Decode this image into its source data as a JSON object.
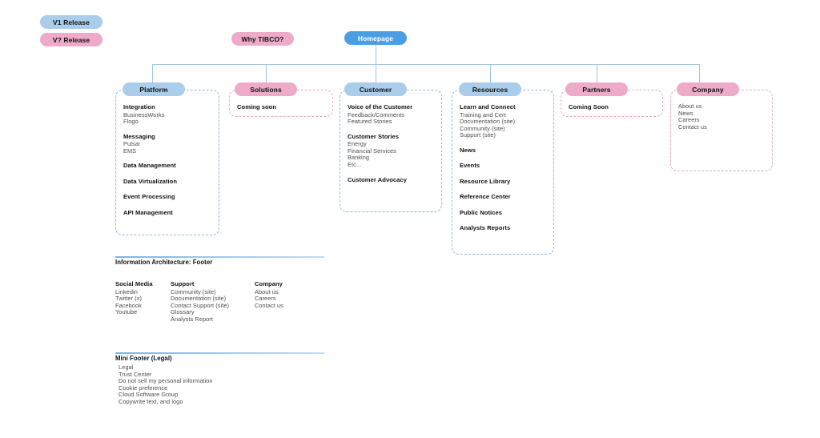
{
  "legend": [
    {
      "label": "V1 Release",
      "color": "#a9cdea",
      "style": "blue"
    },
    {
      "label": "V? Release",
      "color": "#eeabc9",
      "style": "pink"
    }
  ],
  "top_nodes": [
    {
      "label": "Why TIBCO?",
      "style": "pink"
    },
    {
      "label": "Homepage",
      "style": "blue-solid"
    }
  ],
  "columns": [
    {
      "label": "Platform",
      "style": "blue",
      "groups": [
        {
          "title": "Integration",
          "items": [
            "BusinessWorks",
            "Flogo"
          ]
        },
        {
          "title": "Messaging",
          "items": [
            "Pulsar",
            "EMS"
          ]
        },
        {
          "title": "Data Management",
          "items": []
        },
        {
          "title": "Data Virtualization",
          "items": []
        },
        {
          "title": "Event Processing",
          "items": []
        },
        {
          "title": "API Management",
          "items": []
        }
      ]
    },
    {
      "label": "Solutions",
      "style": "pink",
      "groups": [
        {
          "title": "Coming soon",
          "items": []
        }
      ]
    },
    {
      "label": "Customer",
      "style": "blue",
      "groups": [
        {
          "title": "Voice of the Customer",
          "items": [
            "Feedback/Comments",
            "Featured Stories"
          ]
        },
        {
          "title": "Customer Stories",
          "items": [
            "Energy",
            "Financial Services",
            "Banking",
            "Etc..."
          ]
        },
        {
          "title": "Customer Advocacy",
          "items": []
        }
      ]
    },
    {
      "label": "Resources",
      "style": "blue",
      "groups": [
        {
          "title": "Learn and Connect",
          "items": [
            "Training and Cert",
            "Documentation (site)",
            "Community (site)",
            "Support (site)"
          ]
        },
        {
          "title": "News",
          "items": []
        },
        {
          "title": "Events",
          "items": []
        },
        {
          "title": "Resource Library",
          "items": []
        },
        {
          "title": "Reference Center",
          "items": []
        },
        {
          "title": "Public Notices",
          "items": []
        },
        {
          "title": "Analysts Reports",
          "items": []
        }
      ]
    },
    {
      "label": "Partners",
      "style": "pink",
      "groups": [
        {
          "title": "Coming Soon",
          "items": []
        }
      ]
    },
    {
      "label": "Company",
      "style": "pink",
      "groups": [
        {
          "title": "",
          "items": [
            "About us",
            "News",
            "Careers",
            "Contact us"
          ]
        }
      ]
    }
  ],
  "footer": {
    "heading": "Information Architecture: Footer",
    "columns": [
      {
        "title": "Social Media",
        "items": [
          "Linkedin",
          "Twitter (x)",
          "Facebook",
          "Youtube"
        ]
      },
      {
        "title": "Support",
        "items": [
          "Community (site)",
          "Documentation (site)",
          "Contact Support (site)",
          "Glossary",
          "Analysts Report"
        ]
      },
      {
        "title": "Company",
        "items": [
          "About us",
          "Careers",
          "Contact us"
        ]
      }
    ]
  },
  "mini_footer": {
    "heading": "Mini Footer (Legal)",
    "items": [
      "Legal",
      "Trust Center",
      "Do not sell my personal information",
      "Cookie preference",
      "Cloud Software Group",
      "Copywrite text, and logo"
    ]
  }
}
